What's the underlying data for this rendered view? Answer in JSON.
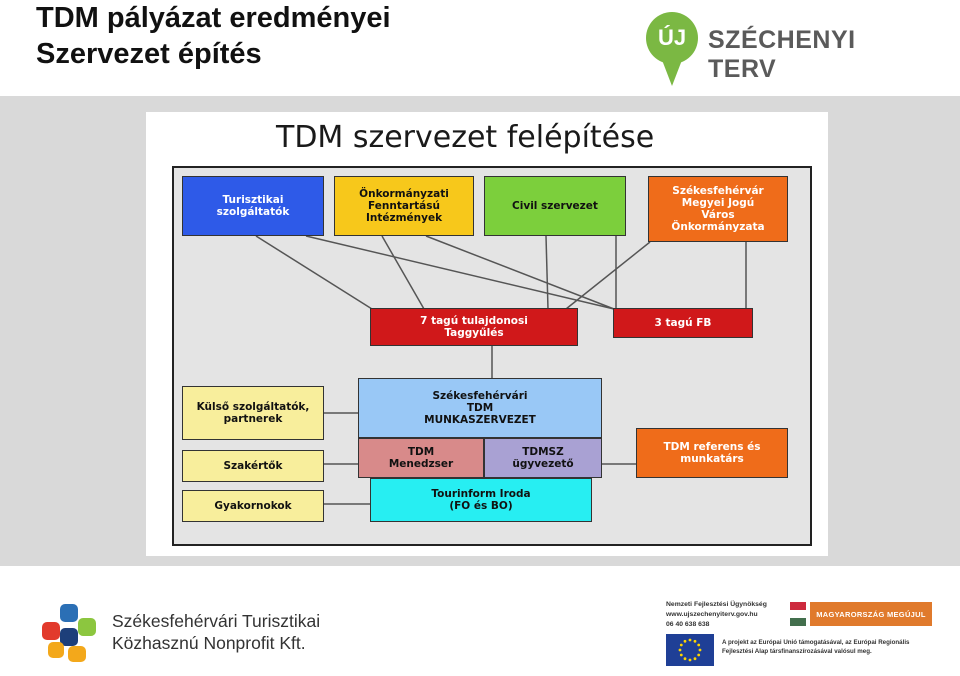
{
  "header": {
    "title_line1": "TDM pályázat eredményei",
    "title_line2": "Szervezet építés",
    "brand_pin": "ÚJ",
    "brand_word": "SZÉCHENYI TERV"
  },
  "diagram": {
    "title": "TDM szervezet felépítése",
    "nodes": {
      "turisztikai": "Turisztikai\nszolgáltatók",
      "onkormanyzati": "Önkormányzati\nFenntartású\nIntézmények",
      "civil": "Civil szervezet",
      "szekesfehervar": "Székesfehérvár\nMegyei Jogú\nVáros\nÖnkormányzata",
      "taggyules": "7 tagú tulajdonosi\nTaggyűlés",
      "fb": "3 tagú FB",
      "munkaszervezet": "Székesfehérvári\nTDM\nMUNKASZERVEZET",
      "menedzser": "TDM\nMenedzser",
      "ugyvezeto": "TDMSZ\nügyvezető",
      "tourinform": "Tourinform Iroda\n(FO és BO)",
      "kulso": "Külső szolgáltatók,\npartnerek",
      "szakertok": "Szakértők",
      "gyakornokok": "Gyakornokok",
      "referens": "TDM referens és\nmunkatárs"
    },
    "colors": {
      "blue": "#2e5ae8",
      "yellow": "#f7c81b",
      "green": "#7ccf3c",
      "orange": "#ef6c1a",
      "red": "#d0181a",
      "lightblue": "#99c8f6",
      "pink": "#d88a8a",
      "lavender": "#a9a1d3",
      "cyan": "#27eef2",
      "lightyellow": "#f8ee9c"
    }
  },
  "footer": {
    "org_line1": "Székesfehérvári Turisztikai",
    "org_line2": "Közhasznú Nonprofit Kft.",
    "agency_line1": "Nemzeti Fejlesztési Ügynökség",
    "agency_line2": "www.ujszechenyiterv.gov.hu",
    "agency_line3": "06 40 638 638",
    "renew": "MAGYARORSZÁG MEGÚJUL",
    "eu_text": "A projekt az Európai Unió támogatásával, az Európai Regionális Fejlesztési Alap társfinanszírozásával valósul meg."
  }
}
